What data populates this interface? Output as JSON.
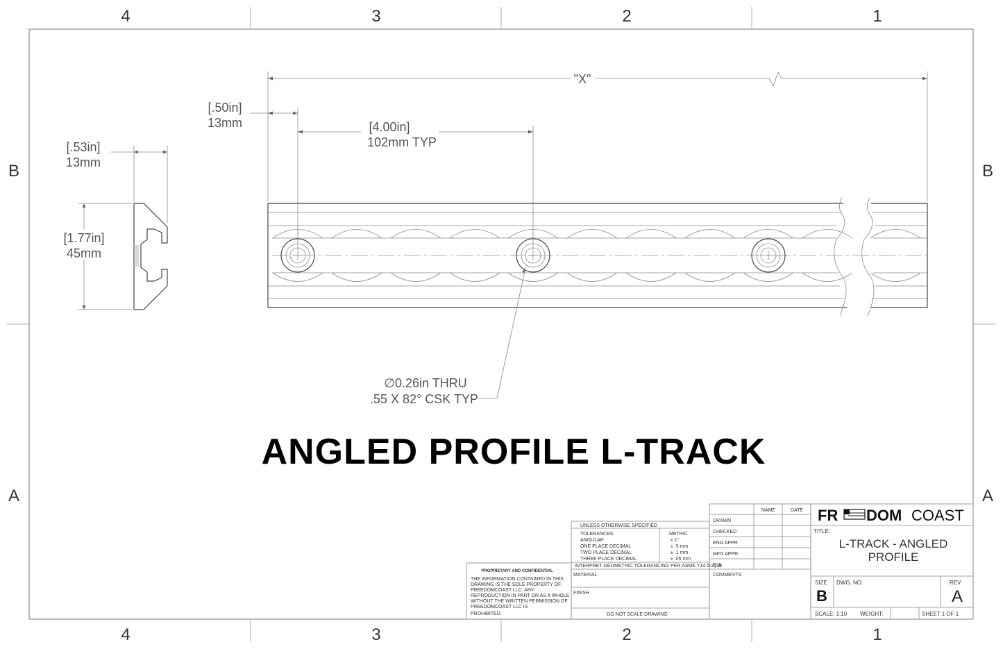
{
  "zones": {
    "columns": [
      "4",
      "3",
      "2",
      "1"
    ],
    "rows": [
      "B",
      "A"
    ]
  },
  "dimensions": {
    "overall_length": "\"X\"",
    "end_offset_in": "[.50in]",
    "end_offset_mm": "13mm",
    "hole_spacing_in": "[4.00in]",
    "hole_spacing_mm": "102mm TYP",
    "profile_width_in": "[.53in]",
    "profile_width_mm": "13mm",
    "profile_height_in": "[1.77in]",
    "profile_height_mm": "45mm",
    "hole_callout_line1": "∅0.26in THRU",
    "hole_callout_line2": ".55 X 82° CSK TYP"
  },
  "drawing_title": "ANGLED PROFILE L-TRACK",
  "title_block": {
    "col_name": "NAME",
    "col_date": "DATE",
    "rows": [
      "DRAWN",
      "CHECKED",
      "ENG APPR.",
      "MFG APPR.",
      "Q.A.",
      "COMMENTS:"
    ],
    "logo_left": "FR",
    "logo_mid": "DOM",
    "logo_right": "COAST",
    "title_label": "TITLE:",
    "title_line1": "L-TRACK - ANGLED",
    "title_line2": "PROFILE",
    "size_label": "SIZE",
    "size_value": "B",
    "dwg_label": "DWG.  NO.",
    "rev_label": "REV",
    "rev_value": "A",
    "scale": "SCALE: 1:10",
    "weight": "WEIGHT:",
    "sheet": "SHEET 1 OF 1"
  },
  "tolerances": {
    "header": "UNLESS OTHERWISE SPECIFIED",
    "col1": "TOLERANCES",
    "col2": "METRIC",
    "rows": [
      {
        "label": "ANGULAR",
        "value": "± 1°"
      },
      {
        "label": "ONE PLACE DECIMAL",
        "value": "± .5 mm"
      },
      {
        "label": "TWO PLACE DECIMAL",
        "value": "± .1 mm"
      },
      {
        "label": "THREE PLACE DECIMAL",
        "value": "± .05 mm"
      }
    ],
    "gdt": "INTERPRET GEOMETRIC TOLERANCING PER ASME Y14.5-2018",
    "material": "MATERIAL",
    "finish": "FINISH",
    "no_scale": "DO NOT SCALE DRAWING"
  },
  "proprietary": {
    "heading": "PROPRIETARY AND CONFIDENTIAL",
    "lines": [
      "THE INFORMATION CONTAINED IN THIS",
      "DRAWING IS THE SOLE PROPERTY OF",
      "FREEDOMCOAST LLC.  ANY",
      "REPRODUCTION IN PART OR AS A WHOLE",
      "WITHOUT THE WRITTEN PERMISSION OF",
      "FREEDOMCOAST LLC IS",
      "PROHIBITED."
    ]
  }
}
